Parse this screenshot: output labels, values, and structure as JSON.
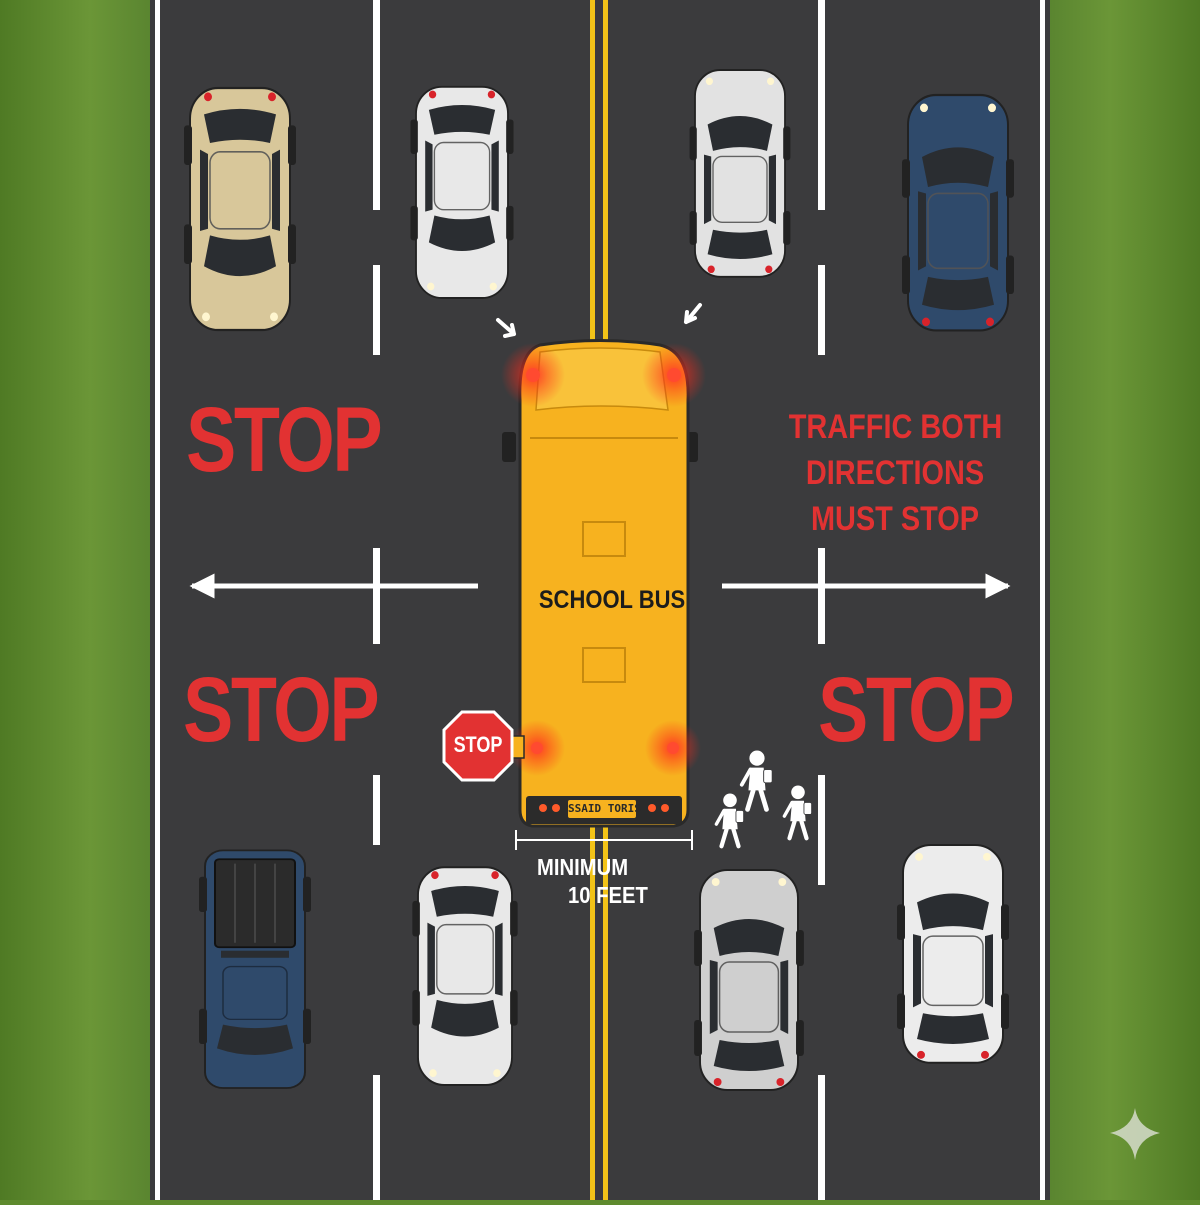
{
  "labels": {
    "stop_upper_left": "STOP",
    "stop_lower_left": "STOP",
    "stop_lower_right": "STOP",
    "notice_lines": [
      "TRAFFIC BOTH",
      "DIRECTIONS",
      "MUST STOP"
    ],
    "bus_roof": "SCHOOL BUS",
    "bus_rear_plate": "SSAID TORIS",
    "stop_arm": "STOP",
    "distance_line1": "MINIMUM",
    "distance_line2": "10 FEET"
  },
  "colors": {
    "grass": "#5e8a2e",
    "asphalt": "#3b3b3d",
    "lane_marking": "#ffffff",
    "center_line": "#f2c318",
    "bus_body": "#f7b21f",
    "warning_red": "#e23232",
    "light_red": "#ff2a1a"
  },
  "vehicles": [
    {
      "name": "car-tan-sedan",
      "color": "#d8c79a",
      "direction": "down"
    },
    {
      "name": "car-white-sedan",
      "color": "#e8e8e8",
      "direction": "down"
    },
    {
      "name": "suv-white",
      "color": "#e2e2e2",
      "direction": "up"
    },
    {
      "name": "car-blue-sedan",
      "color": "#2f4a6b",
      "direction": "up"
    },
    {
      "name": "pickup-truck-blue",
      "color": "#2f4a6b",
      "direction": "down"
    },
    {
      "name": "car-white-sedan-2",
      "color": "#e8e8e8",
      "direction": "down"
    },
    {
      "name": "car-silver-sedan",
      "color": "#cfcfcf",
      "direction": "up"
    },
    {
      "name": "car-white-sedan-3",
      "color": "#ececec",
      "direction": "up"
    }
  ],
  "icons": [
    "sparkle-icon",
    "stop-sign-icon",
    "arrow-left-icon",
    "arrow-right-icon",
    "pedestrian-icon"
  ]
}
